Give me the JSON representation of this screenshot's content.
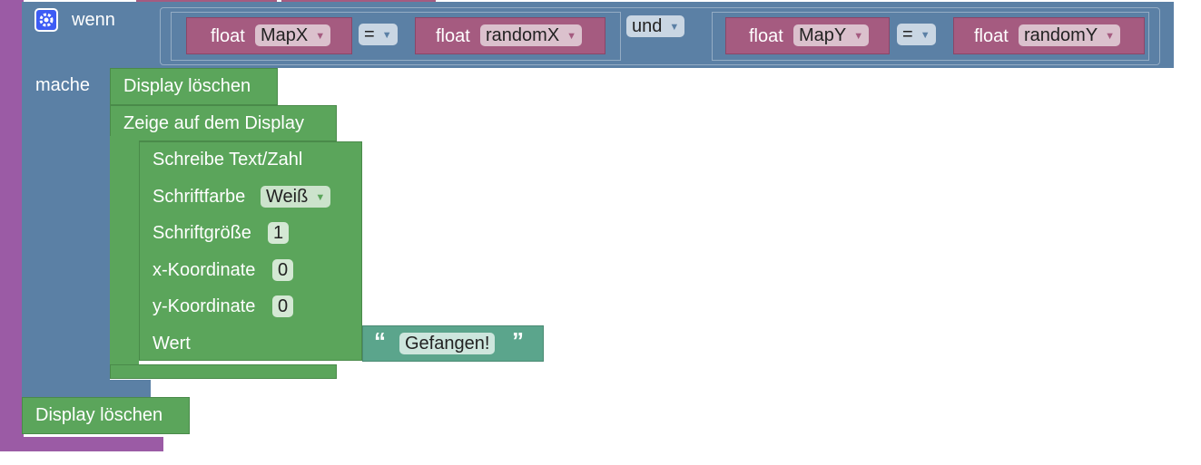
{
  "if_block": {
    "keyword_if": "wenn",
    "keyword_do": "mache",
    "condition": {
      "left": {
        "type_label": "float",
        "var": "MapX",
        "op": "=",
        "type_label2": "float",
        "var2": "randomX"
      },
      "logic": "und",
      "right": {
        "type_label": "float",
        "var": "MapY",
        "op": "=",
        "type_label2": "float",
        "var2": "randomY"
      }
    }
  },
  "clear_display_1": "Display löschen",
  "show_display": "Zeige auf dem Display",
  "write_block": {
    "title": "Schreibe Text/Zahl",
    "color_label": "Schriftfarbe",
    "color_value": "Weiß",
    "size_label": "Schriftgröße",
    "size_value": "1",
    "x_label": "x-Koordinate",
    "x_value": "0",
    "y_label": "y-Koordinate",
    "y_value": "0",
    "value_label": "Wert"
  },
  "string_block": {
    "open_quote": "“",
    "text": "Gefangen!",
    "close_quote": "”"
  },
  "clear_display_2": "Display löschen",
  "colors": {
    "purple": "#9b5ba5",
    "blue": "#5b80a5",
    "green": "#5ba55b",
    "maroon": "#a55b80",
    "teal": "#5ba58c"
  },
  "icons": {
    "gear": "gear-icon",
    "dropdown": "triangle-down"
  }
}
